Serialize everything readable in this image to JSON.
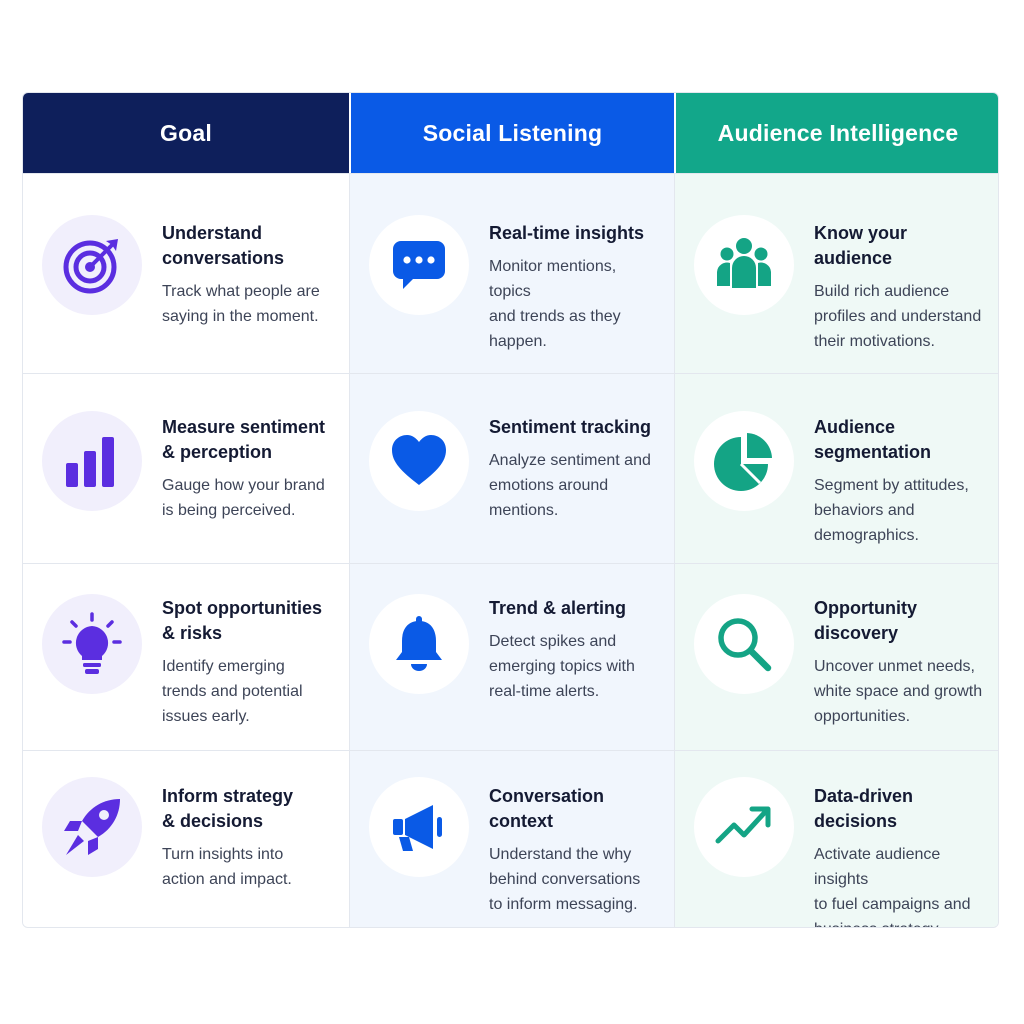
{
  "columns": [
    {
      "header": "Goal"
    },
    {
      "header": "Social Listening"
    },
    {
      "header": "Audience Intelligence"
    }
  ],
  "rows": [
    [
      {
        "icon": "target-icon",
        "title": "Understand\nconversations",
        "desc": "Track what people are\nsaying in the moment."
      },
      {
        "icon": "chat-bubble-icon",
        "title": "Real-time insights",
        "desc": "Monitor mentions, topics\nand trends as they\nhappen."
      },
      {
        "icon": "people-group-icon",
        "title": "Know your audience",
        "desc": "Build rich audience\nprofiles and understand\ntheir motivations."
      }
    ],
    [
      {
        "icon": "bar-chart-icon",
        "title": "Measure sentiment\n& perception",
        "desc": "Gauge how your brand\nis being perceived."
      },
      {
        "icon": "heart-icon",
        "title": "Sentiment tracking",
        "desc": "Analyze sentiment and\nemotions around\nmentions."
      },
      {
        "icon": "pie-chart-icon",
        "title": "Audience segmentation",
        "desc": "Segment by attitudes,\nbehaviors and\ndemographics."
      }
    ],
    [
      {
        "icon": "lightbulb-icon",
        "title": "Spot opportunities\n& risks",
        "desc": "Identify emerging\ntrends and potential\nissues early."
      },
      {
        "icon": "bell-icon",
        "title": "Trend & alerting",
        "desc": "Detect spikes and\nemerging topics with\nreal-time alerts."
      },
      {
        "icon": "magnifier-icon",
        "title": "Opportunity discovery",
        "desc": "Uncover unmet needs,\nwhite space and growth\nopportunities."
      }
    ],
    [
      {
        "icon": "rocket-icon",
        "title": "Inform strategy\n& decisions",
        "desc": "Turn insights into\naction and impact."
      },
      {
        "icon": "megaphone-icon",
        "title": "Conversation context",
        "desc": "Understand the why\nbehind conversations\nto inform messaging."
      },
      {
        "icon": "trend-up-icon",
        "title": "Data-driven decisions",
        "desc": "Activate audience insights\nto fuel campaigns and\nbusiness strategy."
      }
    ]
  ],
  "colors": {
    "goal_header": "#0e1f5b",
    "listening_header": "#0a5ae6",
    "audience_header": "#12a78a",
    "goal_icon": "#5b2ee0",
    "listening_icon": "#0a5ae6",
    "audience_icon": "#14a485"
  }
}
